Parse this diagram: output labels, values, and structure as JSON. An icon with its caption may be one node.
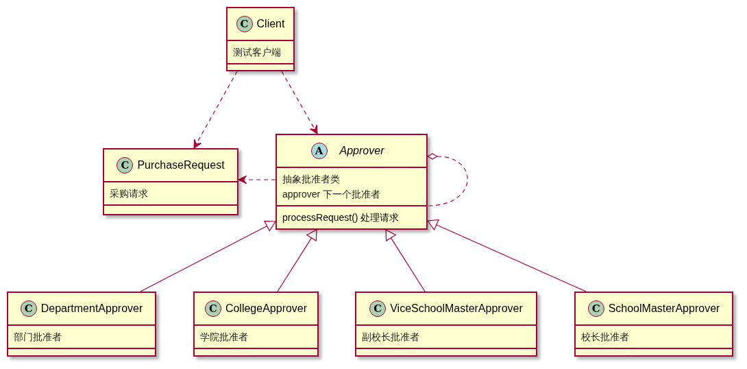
{
  "diagram": {
    "nodes": [
      {
        "text": [
          "C",
          "Client",
          "测试客户端"
        ]
      },
      {
        "text": [
          "C",
          "PurchaseRequest",
          "采购请求"
        ]
      },
      {
        "text": [
          "A",
          "Approver",
          "抽象批准者类",
          "approver 下一个批准者",
          "processRequest() 处理请求"
        ]
      },
      {
        "text": [
          "C",
          "DepartmentApprover",
          "部门批准者"
        ]
      },
      {
        "text": [
          "C",
          "CollegeApprover",
          "学院批准者"
        ]
      },
      {
        "text": [
          "C",
          "ViceSchoolMasterApprover",
          "副校长批准者"
        ]
      },
      {
        "text": [
          "C",
          "SchoolMasterApprover",
          "校长批准者"
        ]
      }
    ],
    "edges": [
      {
        "from": 0,
        "to": 1,
        "arrow": "to",
        "style": "dashed"
      },
      {
        "from": 0,
        "to": 2,
        "arrow": "to",
        "style": "dashed"
      },
      {
        "from": 2,
        "to": 1,
        "arrow": "to",
        "style": "dashed"
      },
      {
        "from": 2,
        "to": 2,
        "arrow": "other",
        "style": "dashed"
      },
      {
        "from": 3,
        "to": 2,
        "arrow": "to"
      },
      {
        "from": 4,
        "to": 2,
        "arrow": "to"
      },
      {
        "from": 5,
        "to": 2,
        "arrow": "to"
      },
      {
        "from": 6,
        "to": 2,
        "arrow": "to"
      }
    ]
  }
}
